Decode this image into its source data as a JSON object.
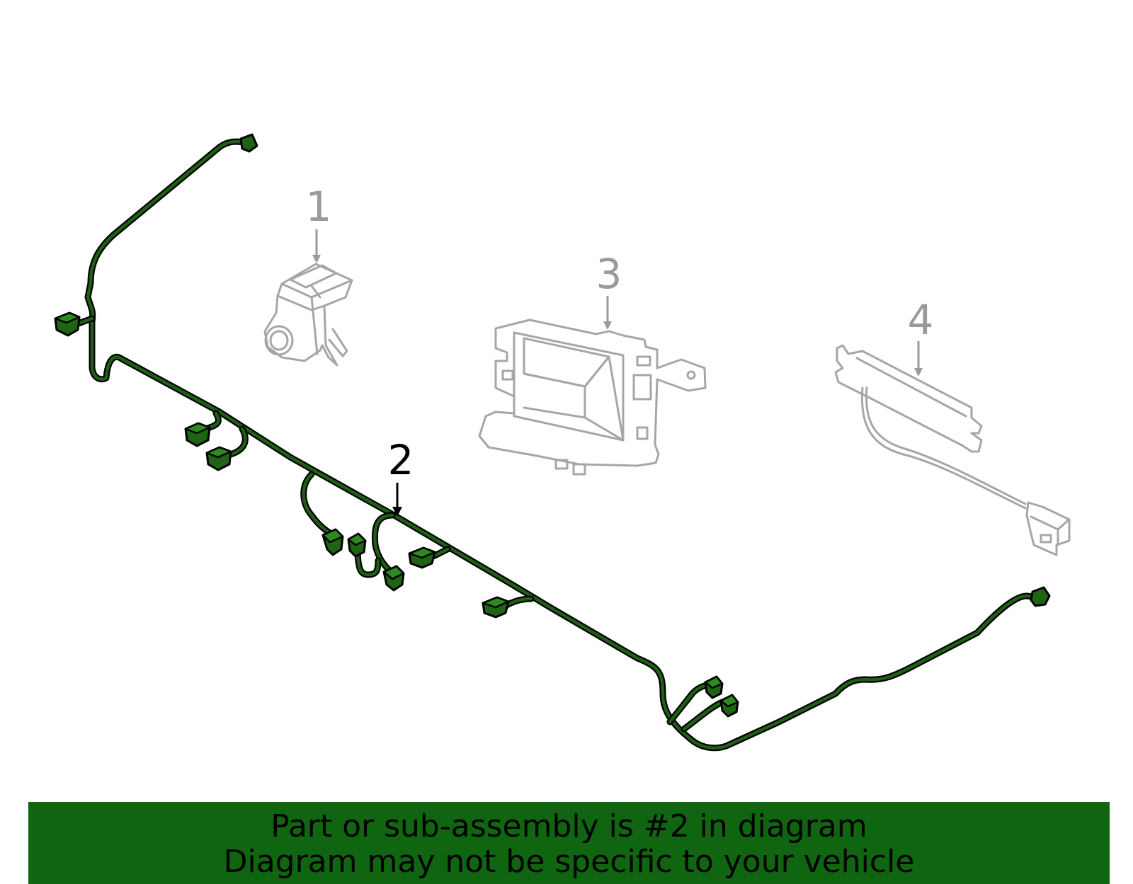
{
  "callouts": {
    "c1": "1",
    "c2": "2",
    "c3": "3",
    "c4": "4"
  },
  "banner": {
    "line1": "Part or sub-assembly is #2 in diagram",
    "line2": "Diagram may not be specific to your vehicle"
  },
  "colors": {
    "harness": "#1e6414",
    "banner": "#106510",
    "other_parts": "#a6a6a6"
  }
}
